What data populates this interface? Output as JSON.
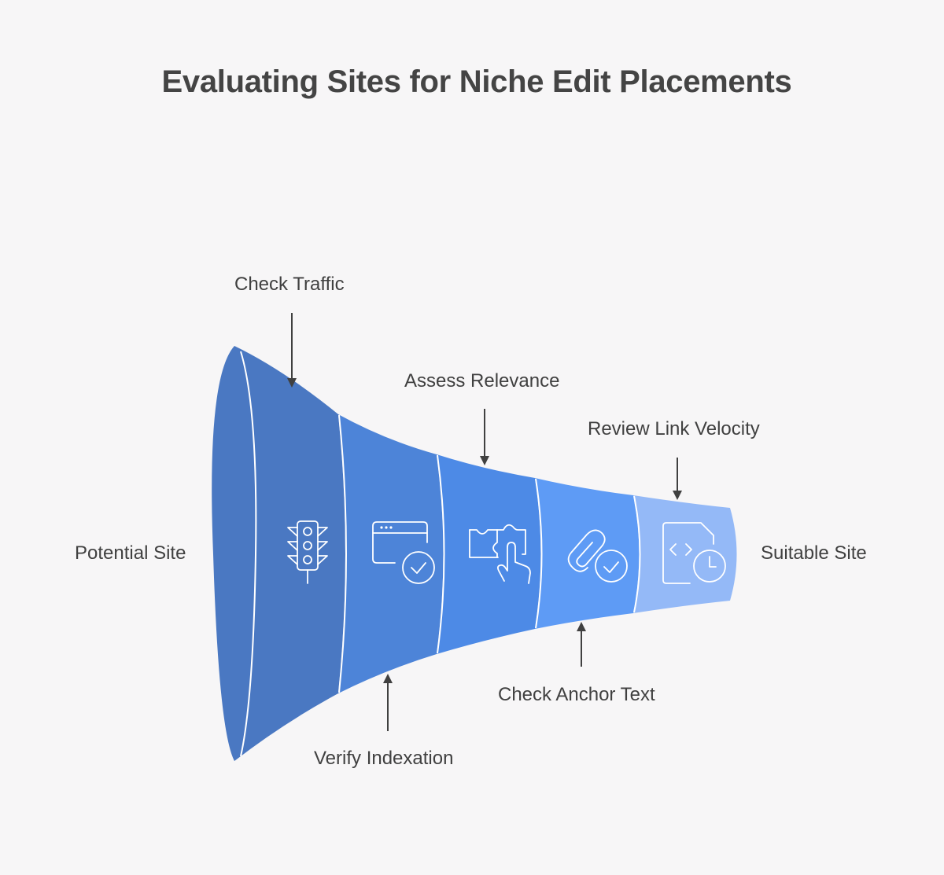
{
  "title": "Evaluating Sites for Niche Edit Placements",
  "funnel": {
    "start_label": "Potential Site",
    "end_label": "Suitable Site",
    "stages": [
      {
        "label": "Check Traffic",
        "icon": "traffic-light-icon",
        "color": "#4A78C2",
        "label_position": "top"
      },
      {
        "label": "Verify Indexation",
        "icon": "browser-check-icon",
        "color": "#4D84D8",
        "label_position": "bottom"
      },
      {
        "label": "Assess Relevance",
        "icon": "puzzle-hand-icon",
        "color": "#4D8AE6",
        "label_position": "top"
      },
      {
        "label": "Check Anchor Text",
        "icon": "paperclip-check-icon",
        "color": "#5E9BF5",
        "label_position": "bottom"
      },
      {
        "label": "Review Link Velocity",
        "icon": "code-file-clock-icon",
        "color": "#94B9F7",
        "label_position": "top"
      }
    ]
  },
  "colors": {
    "background": "#F7F6F7",
    "text": "#404040",
    "title": "#444444",
    "arrow": "#404040",
    "divider": "#FFFFFF"
  }
}
